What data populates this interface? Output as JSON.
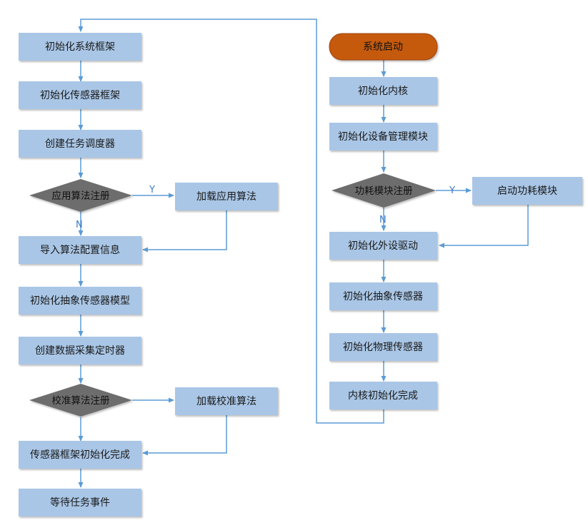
{
  "colors": {
    "box_fill": "#a9c6e6",
    "diamond_fill": "#6d6d6d",
    "start_fill": "#c55a11",
    "line": "#5b9bd5",
    "yn_text": "#3d7cc9"
  },
  "left_flow": {
    "init_system_framework": "初始化系统框架",
    "init_sensor_framework": "初始化传感器框架",
    "create_task_scheduler": "创建任务调度器",
    "app_algorithm_registered": "应用算法注册",
    "load_app_algorithm": "加载应用算法",
    "import_algorithm_config": "导入算法配置信息",
    "init_abstract_sensor_model": "初始化抽象传感器模型",
    "create_data_acquisition_timer": "创建数据采集定时器",
    "calibration_algorithm_registered": "校准算法注册",
    "load_calibration_algorithm": "加载校准算法",
    "sensor_framework_init_done": "传感器框架初始化完成",
    "wait_task_event": "等待任务事件"
  },
  "right_flow": {
    "system_start": "系统启动",
    "init_kernel": "初始化内核",
    "init_device_management": "初始化设备管理模块",
    "power_module_registered": "功耗模块注册",
    "start_power_module": "启动功耗模块",
    "init_peripheral_drivers": "初始化外设驱动",
    "init_abstract_sensor": "初始化抽象传感器",
    "init_physical_sensor": "初始化物理传感器",
    "kernel_init_done": "内核初始化完成"
  },
  "labels": {
    "yes": "Y",
    "no": "N"
  }
}
